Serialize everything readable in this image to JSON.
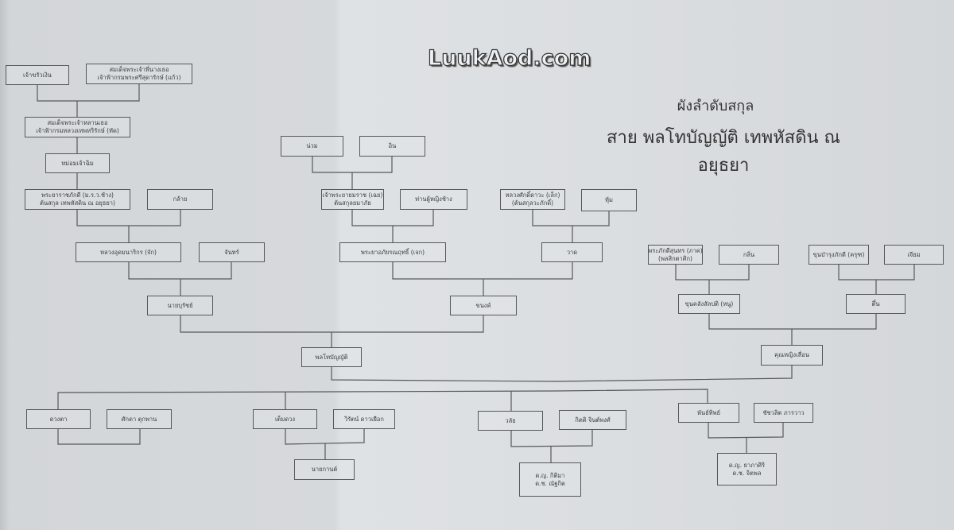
{
  "watermark": "LuukAod.com",
  "title": {
    "line1": "ผังลำดับสกุล",
    "line2": "สาย พลโทบัญญัติ เทพหัสดิน ณ อยุธยา"
  },
  "nodes": {
    "a1": [
      "เจ้าขรัวเงิน"
    ],
    "a2": [
      "สมเด็จพระเจ้าพี่นางเธอ",
      "เจ้าฟ้ากรมพระศรีสุดารักษ์ (แก้ว)"
    ],
    "b": [
      "สมเด็จพระเจ้าหลานเธอ",
      "เจ้าฟ้ากรมหลวงเทพหริรักษ์ (ทัด)"
    ],
    "c": [
      "หม่อมเจ้าฉิม"
    ],
    "d1": [
      "พระยาราชภักดี (ม.ร.ว.ช้าง)",
      "ต้นสกุล เทพหัสดิน ณ อยุธยา)"
    ],
    "d2": [
      "กล้าย"
    ],
    "e1": [
      "หลวงอุดมนาริกร (จัก)"
    ],
    "e2": [
      "จันทร์"
    ],
    "f": [
      "นายบุรัชย์"
    ],
    "m1": [
      "น่วม"
    ],
    "m2": [
      "อิน"
    ],
    "m3": [
      "เจ้าพระยายมราช (เฉย)",
      "ต้นสกุลยมาภัย"
    ],
    "m4": [
      "ท่านผู้หญิงช้าง"
    ],
    "m5": [
      "หลวงศักดิ์ดาวะ (เล็ก)",
      "(ต้นสกุลวะภักดิ์)"
    ],
    "m6": [
      "ทุ้ม"
    ],
    "m7": [
      "พระยาอภัยรณฤทธิ์ (เจก)"
    ],
    "m8": [
      "วาด"
    ],
    "m9": [
      "ขนงค์"
    ],
    "root": [
      "พลโทบัญญัติ"
    ],
    "r1": [
      "พระภักดีสุนทร (ภาค)",
      "(พลสิกตาศิก)"
    ],
    "r2": [
      "กลิ่น"
    ],
    "r3": [
      "ขุนบำรุงภักดี (ครุฑ)"
    ],
    "r4": [
      "เจียม"
    ],
    "r5": [
      "ขุนคลังสัลปติ (หนู)"
    ],
    "r6": [
      "ตึ๋น"
    ],
    "wife": [
      "คุณหญิงเลื่อน"
    ],
    "c1": [
      "ดวงตา"
    ],
    "c1s": [
      "ศักดา ตุกพาน"
    ],
    "c2": [
      "เต็มดวง"
    ],
    "c2s": [
      "วิรัตน์ ดาวเผือก"
    ],
    "g2": [
      "นายกานต์"
    ],
    "c3": [
      "วลัย"
    ],
    "c3s": [
      "กิตติ จินต์พงศ์"
    ],
    "g3": [
      "ด.ญ. กิติมา",
      "ด.ช. ณัฐกิต"
    ],
    "c4": [
      "พันธ์ทิพย์"
    ],
    "c4s": [
      "ชัชวลิต ภารวาว"
    ],
    "g4": [
      "ด.ญ. ธาภาศิริ",
      "ด.ช. จิตพล"
    ]
  }
}
